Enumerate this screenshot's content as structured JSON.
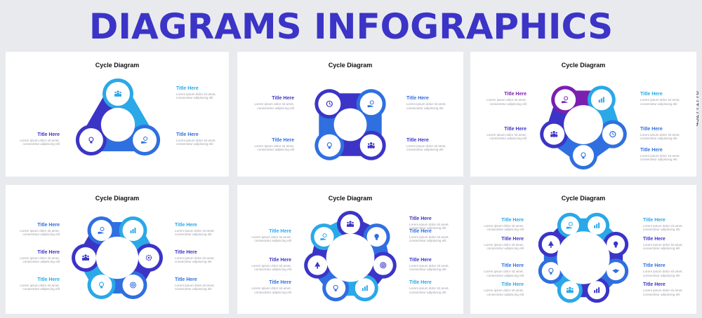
{
  "headline": "DIAGRAMS INFOGRAPHICS",
  "side_id": "452771778",
  "colors": {
    "cyan": "#2aa8e8",
    "blue": "#2f6fe0",
    "indigo": "#3b34c7",
    "navy": "#2a2a9a",
    "purple": "#7a1fb0",
    "panel": "#ffffff"
  },
  "label_body": "Lorem ipsum dolor sit amet, consectetur adipiscing elit",
  "panels": [
    {
      "title": "Cycle Diagram",
      "labels": [
        "Title Here",
        "Title Here",
        "Title Here"
      ],
      "icons": [
        "people-icon",
        "coin-hand-icon",
        "bulb-icon"
      ]
    },
    {
      "title": "Cycle Diagram",
      "labels": [
        "Title Here",
        "Title Here",
        "Title Here",
        "Title Here"
      ],
      "icons": [
        "clock-icon",
        "coin-hand-icon",
        "people-icon",
        "bulb-icon"
      ]
    },
    {
      "title": "Cycle Diagram",
      "labels": [
        "Title Here",
        "Title Here",
        "Title Here",
        "Title Here",
        "Title Here"
      ],
      "icons": [
        "chart-icon",
        "clock-icon",
        "bulb-icon",
        "people-icon",
        "coin-hand-icon"
      ]
    },
    {
      "title": "Cycle Diagram",
      "labels": [
        "Title Here",
        "Title Here",
        "Title Here",
        "Title Here",
        "Title Here",
        "Title Here"
      ],
      "icons": [
        "chart-icon",
        "gear-icon",
        "target-icon",
        "bulb-icon",
        "people-icon",
        "coin-hand-icon"
      ]
    },
    {
      "title": "Cycle Diagram",
      "labels": [
        "Title Here",
        "Title Here",
        "Title Here",
        "Title Here",
        "Title Here",
        "Title Here",
        "Title Here"
      ],
      "icons": [
        "people-icon",
        "head-icon",
        "target-icon",
        "chart-icon",
        "bulb-icon",
        "tree-icon",
        "coin-hand-icon"
      ]
    },
    {
      "title": "Cycle Diagram",
      "labels": [
        "Title Here",
        "Title Here",
        "Title Here",
        "Title Here",
        "Title Here",
        "Title Here",
        "Title Here",
        "Title Here"
      ],
      "icons": [
        "chart-icon",
        "head-icon",
        "handshake-icon",
        "chart-icon",
        "people-icon",
        "bulb-icon",
        "tree-icon",
        "coin-hand-icon"
      ]
    }
  ]
}
